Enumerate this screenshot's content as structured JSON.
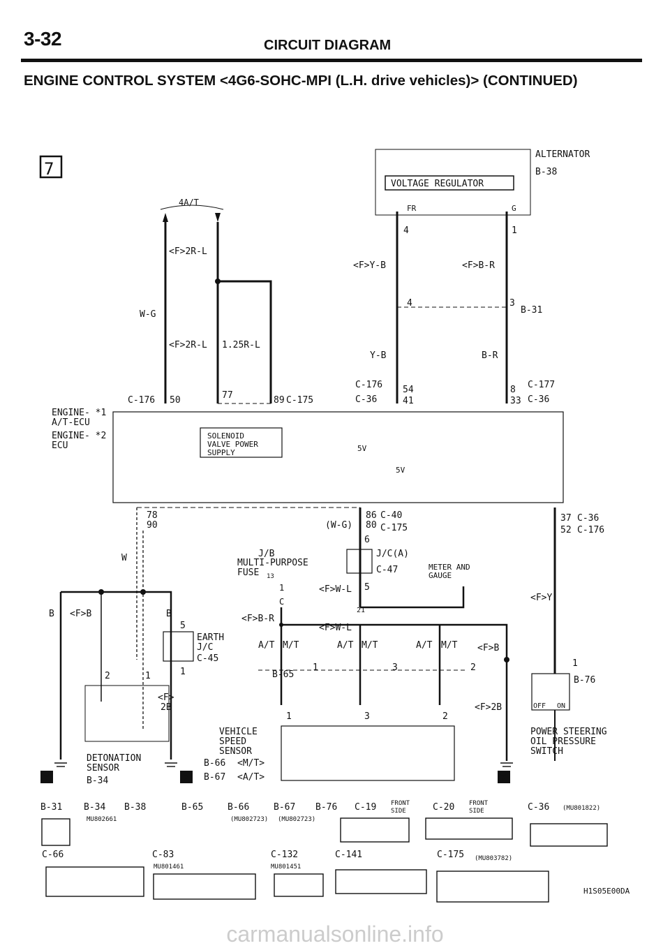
{
  "header": {
    "page_number": "3-32",
    "section_title": "CIRCUIT DIAGRAM",
    "subtitle": "ENGINE CONTROL SYSTEM <4G6-SOHC-MPI (L.H. drive vehicles)> (CONTINUED)"
  },
  "page_marker": "7",
  "components": {
    "alternator": "ALTERNATOR",
    "alternator_conn": "B-38",
    "voltage_regulator": "VOLTAGE REGULATOR",
    "term_fr": "FR",
    "term_g": "G",
    "ecu_line1": "ENGINE- *1",
    "ecu_line2": "A/T-ECU",
    "ecu_line3": "ENGINE- *2",
    "ecu_line4": "ECU",
    "solenoid1": "SOLENOID",
    "solenoid2": "VALVE POWER",
    "solenoid3": "SUPPLY",
    "five_v": "5V",
    "detonation1": "DETONATION",
    "detonation2": "SENSOR",
    "detonation_conn": "B-34",
    "earth1": "EARTH",
    "earth2": "J/C",
    "earth_conn": "C-45",
    "jb1": "J/B",
    "jb2": "MULTI-PURPOSE",
    "jb3": "FUSE",
    "jb_fuse_no": "13",
    "jc_a": "J/C(A)",
    "jc_a_conn": "C-47",
    "meter1": "METER AND",
    "meter2": "GAUGE",
    "vss1": "VEHICLE",
    "vss2": "SPEED",
    "vss3": "SENSOR",
    "vss_conn1": "B-66",
    "vss_conn1_note": "<M/T>",
    "vss_conn2": "B-67",
    "vss_conn2_note": "<A/T>",
    "ps1": "POWER STEERING",
    "ps2": "OIL PRESSURE",
    "ps3": "SWITCH",
    "ps_conn": "B-76",
    "ps_off": "OFF",
    "ps_on": "ON",
    "conn_b65": "B-65",
    "at": "A/T",
    "mt": "M/T"
  },
  "wires": {
    "top_4at": "4A/T",
    "w_2rl_a": "<F>2R-L",
    "w_wg": "W-G",
    "w_2rl_b": "<F>2R-L",
    "w_125rl": "1.25R-L",
    "w_yb_a": "<F>Y-B",
    "w_br_a": "<F>B-R",
    "w_yb_b": "Y-B",
    "w_br_b": "B-R",
    "w_wg_b": "(W-G)",
    "w_w": "W",
    "w_b": "B",
    "w_fb": "<F>B",
    "w_b2": "B",
    "w_f": "<F>",
    "w_2b": "2B",
    "w_fbr": "<F>B-R",
    "w_fwl_a": "<F>W-L",
    "w_fwl_b": "<F>W-L",
    "w_fb2": "<F>B",
    "w_f2b": "<F>2B",
    "w_fy": "<F>Y"
  },
  "pins": {
    "c176": "C-176",
    "p50": "50",
    "p77": "77",
    "p89": "89",
    "c175": "C-175",
    "c176b": "C-176",
    "c36b": "C-36",
    "p54": "54",
    "p41": "41",
    "p8": "8",
    "p33": "33",
    "c177": "C-177",
    "c36c": "C-36",
    "p4a": "4",
    "p1a": "1",
    "p4b": "4",
    "p3b": "3",
    "b31": "B-31",
    "p78": "78",
    "p90": "90",
    "p86": "86",
    "p80": "80",
    "c40": "C-40",
    "c175b": "C-175",
    "p37": "37",
    "p52": "52",
    "c36d": "C-36",
    "c176d": "C-176",
    "p6": "6",
    "p5": "5",
    "p21": "21",
    "p1": "1",
    "pC": "C",
    "pb5": "5",
    "pb1": "1",
    "pd2": "2",
    "pd1": "1",
    "pr1": "1",
    "pr3": "3",
    "pr2": "2",
    "pq1": "1",
    "pq3": "3",
    "pq2": "2",
    "pps1": "1",
    "star1": "*1",
    "star2": "*2"
  },
  "connectors": {
    "b31": "B-31",
    "b34": "B-34",
    "b38": "B-38",
    "b65": "B-65",
    "b66": "B-66",
    "b67": "B-67",
    "b76": "B-76",
    "c19": "C-19",
    "c20": "C-20",
    "c36": "C-36",
    "front_side1": "FRONT",
    "front_side2": "SIDE",
    "front_side3": "FRONT",
    "front_side4": "SIDE",
    "mu802661": "MU802661",
    "mu802723a": "(MU802723)",
    "mu802723b": "(MU802723)",
    "mu801822": "(MU801822)",
    "c66": "C-66",
    "c83": "C-83",
    "c132": "C-132",
    "c141": "C-141",
    "c175": "C-175",
    "mu801461": "MU801461",
    "mu801451": "MU801451",
    "mu803782": "(MU803782)"
  },
  "figure_id": "H1S05E00DA",
  "footer": "carmanualsonline.info"
}
